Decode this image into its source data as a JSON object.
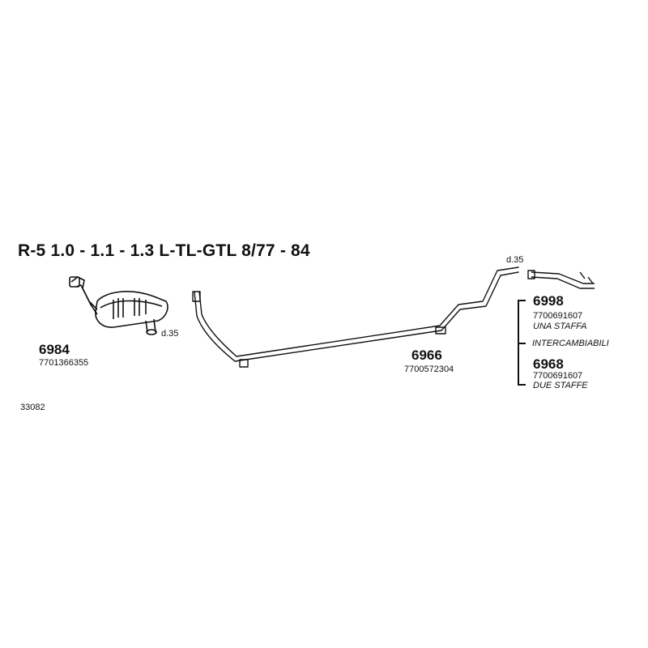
{
  "title": "R-5 1.0 - 1.1 - 1.3 L-TL-GTL  8/77 - 84",
  "catalog_code": "33082",
  "parts": {
    "muffler": {
      "number": "6984",
      "oem": "7701366355",
      "diameter": "d.35"
    },
    "pipe": {
      "number": "6966",
      "oem": "7700572304"
    },
    "tail_pipe": {
      "diameter": "d.35"
    },
    "options": {
      "first": {
        "number": "6998",
        "oem": "7700691607",
        "note": "UNA STAFFA"
      },
      "interchange": "INTERCAMBIABILI",
      "second": {
        "number": "6968",
        "oem": "7700691607",
        "note": "DUE STAFFE"
      }
    }
  }
}
